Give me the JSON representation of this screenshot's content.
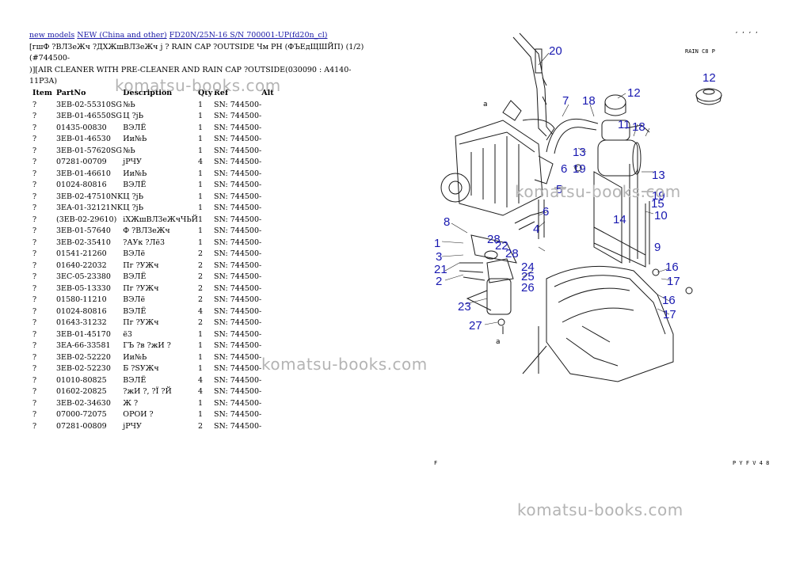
{
  "breadcrumb": {
    "link1": "new models",
    "link2": "NEW (China and other)",
    "link3": "FD20N/25N-16 S/N 700001-UP(fd20n_cl)"
  },
  "title_line1": "[гшФ ?ВЛЗеЖч ?ДХЖшВЛЗеЖч j ? RAIN CAP ?OUTSIDE Чм РН (ФЪЕдЩШЙП) (1/2)(#744500-",
  "title_line2": ")][AIR CLEANER WITH PRE-CLEANER AND RAIN CAP ?OUTSIDE(030090 : A4140-11P3A)",
  "table": {
    "headers": [
      "Item",
      "PartNo",
      "Description",
      "Qty",
      "Ref",
      "Alt"
    ],
    "rows": [
      [
        "?",
        "3EB-02-55310SG",
        "№Ь",
        "1",
        "SN: 744500-"
      ],
      [
        "?",
        "3EB-01-46550SG",
        "Ц ?jЬ",
        "1",
        "SN: 744500-"
      ],
      [
        "?",
        "01435-00830",
        "ВЭЛЁ",
        "1",
        "SN: 744500-"
      ],
      [
        "?",
        "3EB-01-46530",
        "Ии№Ь",
        "1",
        "SN: 744500-"
      ],
      [
        "?",
        "3EB-01-57620SG",
        "№Ь",
        "1",
        "SN: 744500-"
      ],
      [
        "?",
        "07281-00709",
        "jРЧУ",
        "4",
        "SN: 744500-"
      ],
      [
        "?",
        "3EB-01-46610",
        "Ии№Ь",
        "1",
        "SN: 744500-"
      ],
      [
        "?",
        "01024-80816",
        "ВЭЛЁ",
        "1",
        "SN: 744500-"
      ],
      [
        "?",
        "3EB-02-47510NK",
        "Ц ?jЬ",
        "1",
        "SN: 744500-"
      ],
      [
        "?",
        "3EA-01-32121NK",
        "Ц ?jЬ",
        "1",
        "SN: 744500-"
      ],
      [
        "?",
        "(3EB-02-29610)",
        "iХЖшВЛЗеЖчЧЬЙ",
        "1",
        "SN: 744500-"
      ],
      [
        "?",
        "3EB-01-57640",
        "Ф ?ВЛЗеЖч",
        "1",
        "SN: 744500-"
      ],
      [
        "?",
        "3EB-02-35410",
        "?АУк ?Лё3",
        "1",
        "SN: 744500-"
      ],
      [
        "?",
        "01541-21260",
        "ВЭЛё",
        "2",
        "SN: 744500-"
      ],
      [
        "?",
        "01640-22032",
        "Пг ?УЖч",
        "2",
        "SN: 744500-"
      ],
      [
        "?",
        "3EC-05-23380",
        "ВЭЛЁ",
        "2",
        "SN: 744500-"
      ],
      [
        "?",
        "3EB-05-13330",
        "Пг ?УЖч",
        "2",
        "SN: 744500-"
      ],
      [
        "?",
        "01580-11210",
        "ВЭЛё",
        "2",
        "SN: 744500-"
      ],
      [
        "?",
        "01024-80816",
        "ВЭЛЁ",
        "4",
        "SN: 744500-"
      ],
      [
        "?",
        "01643-31232",
        "Пг ?УЖч",
        "2",
        "SN: 744500-"
      ],
      [
        "?",
        "3EB-01-45170",
        "ё3",
        "1",
        "SN: 744500-"
      ],
      [
        "?",
        "3EA-66-33581",
        "ГЪ ?в ?жИ ?",
        "1",
        "SN: 744500-"
      ],
      [
        "?",
        "3EB-02-52220",
        "Ии№Ь",
        "1",
        "SN: 744500-"
      ],
      [
        "?",
        "3EB-02-52230",
        "Б ?SУЖч",
        "1",
        "SN: 744500-"
      ],
      [
        "?",
        "01010-80825",
        "ВЭЛЁ",
        "4",
        "SN: 744500-"
      ],
      [
        "?",
        "01602-20825",
        "?жИ ?, ?Ї ?Й",
        "4",
        "SN: 744500-"
      ],
      [
        "?",
        "3EB-02-34630",
        "Ж ?",
        "1",
        "SN: 744500-"
      ],
      [
        "?",
        "07000-72075",
        "ОРОИ ?",
        "1",
        "SN: 744500-"
      ],
      [
        "?",
        "07281-00809",
        "jРЧУ",
        "2",
        "SN: 744500-"
      ]
    ]
  },
  "watermark": "komatsu-books.com",
  "diagram": {
    "header_right": "RAIN C8    P",
    "footer_left": "F",
    "footer_right": "P Y F V 4 8",
    "corner_mark": ", , , ,",
    "inset_label": "12",
    "callouts": [
      "20",
      "7",
      "18",
      "12",
      "11",
      "18",
      "13",
      "6",
      "19",
      "13",
      "19",
      "5",
      "10",
      "6",
      "8",
      "4",
      "15",
      "14",
      "1",
      "28",
      "22",
      "9",
      "3",
      "28",
      "21",
      "2",
      "24",
      "25",
      "26",
      "16",
      "17",
      "23",
      "16",
      "17",
      "27"
    ],
    "small_a_top": "a",
    "small_a_bottom": "a"
  }
}
